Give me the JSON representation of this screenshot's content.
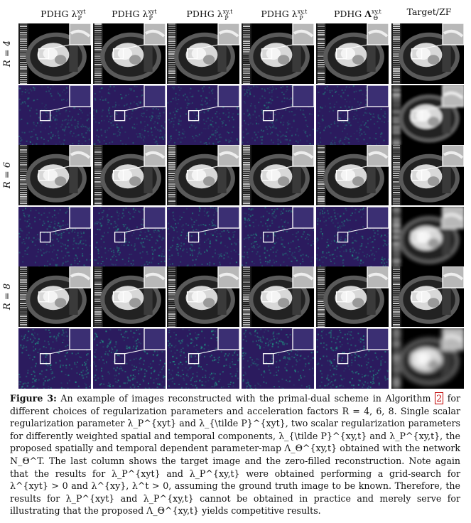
{
  "column_headers": [
    "PDHG λ_P^{xyt}",
    "PDHG λ_{\\tilde P}^{xyt}",
    "PDHG λ_{\\tilde P}^{xy,t}",
    "PDHG λ_P^{xy,t}",
    "PDHG Λ_Θ^{xy,t}",
    "Target/ZF"
  ],
  "row_labels": [
    "R = 4",
    "R = 6",
    "R = 8"
  ],
  "image_kinds": [
    "reconstruction",
    "error-map"
  ],
  "colors": {
    "error_map_low": "#2b1b5e",
    "error_map_high": "#1fa187",
    "zoom_box": "#ffffff"
  },
  "caption": {
    "figure_label": "Figure 3:",
    "text_1": "An example of images reconstructed with the primal-dual scheme in Algorithm",
    "algorithm_ref": "2",
    "text_2": "for different choices of regularization parameters and acceleration factors R = 4, 6, 8. Single scalar regularization parameter λ_P^{xyt} and λ_{\\tilde P}^{xyt}, two scalar regularization parameters for differently weighted spatial and temporal components, λ_{\\tilde P}^{xy,t} and λ_P^{xy,t}, the proposed spatially and temporal dependent parameter-map Λ_Θ^{xy,t} obtained with the network N_Θ^T. The last column shows the target image and the zero-filled reconstruction. Note again that the results for λ_P^{xyt} and λ_P^{xy,t} were obtained performing a grid-search for λ^{xyt} > 0 and λ^{xy}, λ^t > 0, assuming the ground truth image to be known. Therefore, the results for λ_P^{xyt} and λ_P^{xy,t} cannot be obtained in practice and merely serve for illustrating that the proposed Λ_Θ^{xy,t} yields competitive results."
  }
}
